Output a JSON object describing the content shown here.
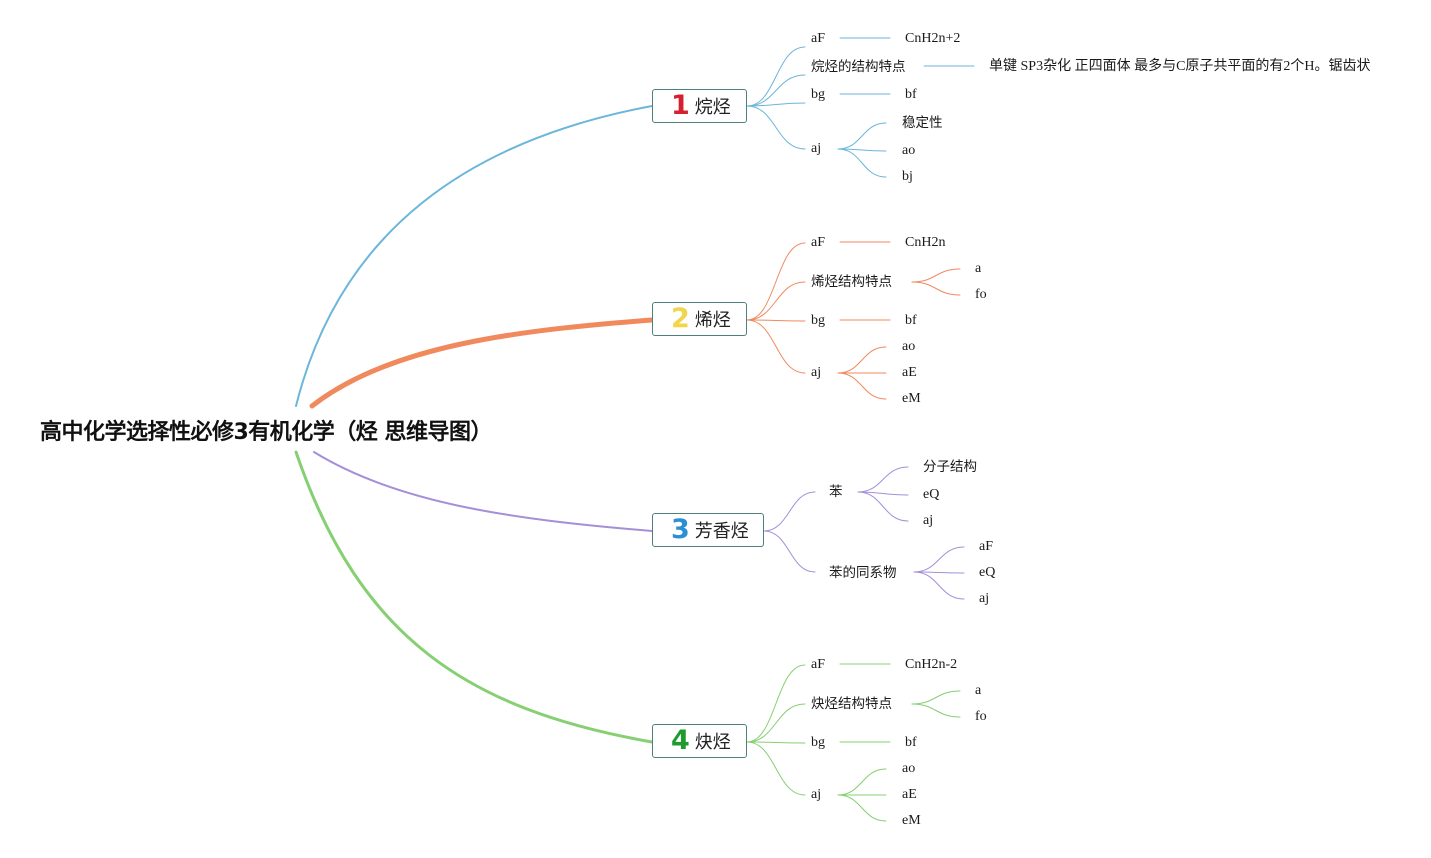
{
  "root": {
    "title": "高中化学选择性必修3有机化学（烃 思维导图）"
  },
  "topics": [
    {
      "num": "1",
      "label": "烷烃",
      "color": "#6bb6da",
      "num_color": "#d4202f",
      "nodes": [
        {
          "label": "aF",
          "value": "CnH2n+2"
        },
        {
          "label": "烷烃的结构特点",
          "value": "单键 SP3杂化 正四面体 最多与C原子共平面的有2个H。锯齿状"
        },
        {
          "label": "bg",
          "value": "bf"
        },
        {
          "label": "aj",
          "children": [
            "稳定性",
            "ao",
            "bj"
          ]
        }
      ]
    },
    {
      "num": "2",
      "label": "烯烃",
      "color": "#f08a5d",
      "num_color": "#f1d54a",
      "nodes": [
        {
          "label": "aF",
          "value": "CnH2n"
        },
        {
          "label": "烯烃结构特点",
          "children": [
            "a",
            "fo"
          ]
        },
        {
          "label": "bg",
          "value": "bf"
        },
        {
          "label": "aj",
          "children": [
            "ao",
            "aE",
            "eM"
          ]
        }
      ]
    },
    {
      "num": "3",
      "label": "芳香烃",
      "color": "#a48fd8",
      "num_color": "#2b8fd6",
      "nodes": [
        {
          "label": "苯",
          "children": [
            "分子结构",
            "eQ",
            "aj"
          ]
        },
        {
          "label": "苯的同系物",
          "children": [
            "aF",
            "eQ",
            "aj"
          ]
        }
      ]
    },
    {
      "num": "4",
      "label": "炔烃",
      "color": "#86cf72",
      "num_color": "#1f9a2f",
      "nodes": [
        {
          "label": "aF",
          "value": "CnH2n-2"
        },
        {
          "label": "炔烃结构特点",
          "children": [
            "a",
            "fo"
          ]
        },
        {
          "label": "bg",
          "value": "bf"
        },
        {
          "label": "aj",
          "children": [
            "ao",
            "aE",
            "eM"
          ]
        }
      ]
    }
  ]
}
